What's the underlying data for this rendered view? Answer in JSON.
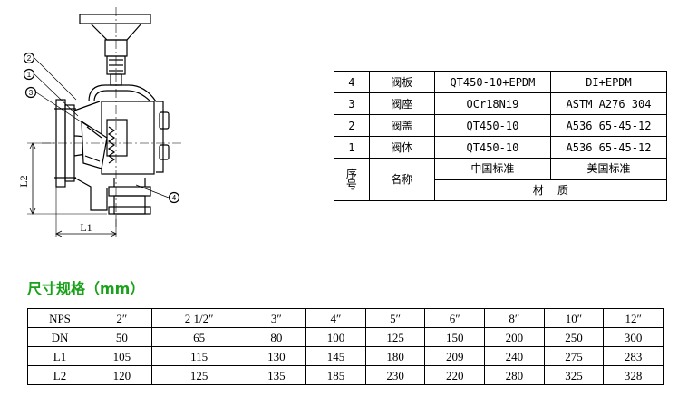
{
  "drawing": {
    "callouts": [
      "1",
      "2",
      "3",
      "4"
    ],
    "dims": {
      "l1": "L1",
      "l2": "L2"
    }
  },
  "materials": {
    "rows": [
      {
        "no": "4",
        "name": "阀板",
        "cn": "QT450-10+EPDM",
        "us": "DI+EPDM"
      },
      {
        "no": "3",
        "name": "阀座",
        "cn": "OCr18Ni9",
        "us": "ASTM A276 304"
      },
      {
        "no": "2",
        "name": "阀盖",
        "cn": "QT450-10",
        "us": "A536 65-45-12"
      },
      {
        "no": "1",
        "name": "阀体",
        "cn": "QT450-10",
        "us": "A536 65-45-12"
      }
    ],
    "header": {
      "no_line1": "序",
      "no_line2": "号",
      "name": "名称",
      "cn": "中国标准",
      "us": "美国标准",
      "material": "材    质"
    }
  },
  "sizes": {
    "title": "尺寸规格（mm）",
    "nps_label": "NPS",
    "nps": [
      "2″",
      "2 1/2″",
      "3″",
      "4″",
      "5″",
      "6″",
      "8″",
      "10″",
      "12″"
    ],
    "dn_label": "DN",
    "dn": [
      "50",
      "65",
      "80",
      "100",
      "125",
      "150",
      "200",
      "250",
      "300"
    ],
    "l1_label": "L1",
    "l1": [
      "105",
      "115",
      "130",
      "145",
      "180",
      "209",
      "240",
      "275",
      "283"
    ],
    "l2_label": "L2",
    "l2": [
      "120",
      "125",
      "135",
      "185",
      "230",
      "220",
      "280",
      "325",
      "328"
    ]
  }
}
